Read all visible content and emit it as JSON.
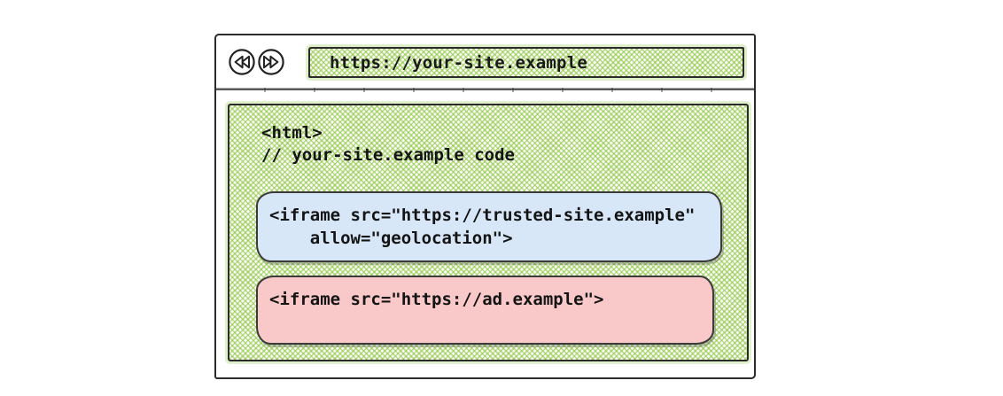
{
  "window": {
    "toolbar": {
      "back_icon": "rewind-double-left-arrows-in-circle",
      "forward_icon": "fast-forward-double-right-arrows-in-circle",
      "address_url": "https://your-site.example"
    },
    "page": {
      "source_code": "<html>\n// your-site.example code",
      "trusted_iframe": {
        "code": "<iframe src=\"https://trusted-site.example\"\n    allow=\"geolocation\">",
        "fill": "#d7e7f7"
      },
      "ad_iframe": {
        "code": "<iframe src=\"https://ad.example\">",
        "fill": "#f9c9c9"
      }
    }
  },
  "colors": {
    "hatch_green": "#8bc540",
    "trusted_blue": "#d7e7f7",
    "ad_pink": "#f9c9c9",
    "ink": "#2b2b2b",
    "separator_gray": "#5a5a5a"
  }
}
